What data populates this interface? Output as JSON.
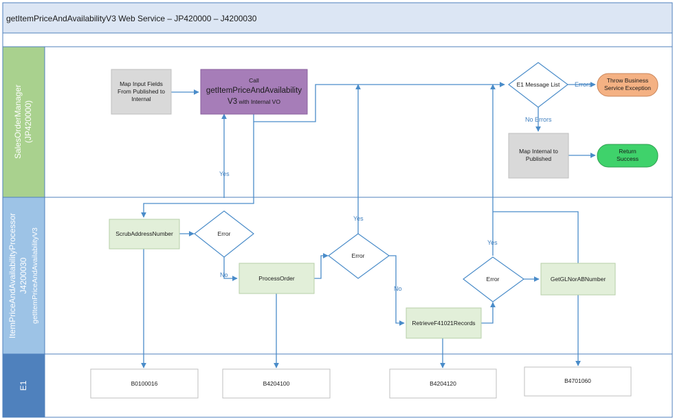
{
  "title": "getItemPriceAndAvailabilityV3 Web Service – JP420000 – J4200030",
  "lanes": {
    "sales": {
      "line1": "SalesOrderManager",
      "line2": "(JP420000)"
    },
    "processor": {
      "line1": "ItemPriceAndAvailabilityProcessor",
      "line2": "J4200030",
      "line3": "getItemPriceAndAvailabilityV3"
    },
    "e1": {
      "line1": "E1"
    }
  },
  "nodes": {
    "map_input": {
      "lines": [
        "Map Input Fields",
        "From Published to",
        "Internal"
      ]
    },
    "call": {
      "line1": "Call",
      "line2": "getItemPriceAndAvailability",
      "line3a": "V3",
      "line3b": " with Internal VO"
    },
    "e1_message_list": {
      "label": "E1 Message List"
    },
    "throw_exception": {
      "lines": [
        "Throw Business",
        "Service Exception"
      ]
    },
    "map_internal": {
      "lines": [
        "Map Internal to",
        "Published"
      ]
    },
    "return_success": {
      "lines": [
        "Return",
        "Success"
      ]
    },
    "scrub_address": {
      "label": "ScrubAddressNumber"
    },
    "error1": {
      "label": "Error"
    },
    "process_order": {
      "label": "ProcessOrder"
    },
    "error2": {
      "label": "Error"
    },
    "retrieve": {
      "label": "RetrieveF41021Records"
    },
    "error3": {
      "label": "Error"
    },
    "getgl": {
      "label": "GetGLNorABNumber"
    },
    "b0100016": {
      "label": "B0100016"
    },
    "b4204100": {
      "label": "B4204100"
    },
    "b4204120": {
      "label": "B4204120"
    },
    "b4701060": {
      "label": "B4701060"
    }
  },
  "edge_labels": {
    "errors": "Errors",
    "no_errors": "No Errors",
    "yes1": "Yes",
    "no1": "No",
    "yes2": "Yes",
    "no2": "No",
    "yes3": "Yes"
  },
  "colors": {
    "title_bg": "#dce6f4",
    "sales_lane": "#a9d18e",
    "processor_lane": "#9dc3e6",
    "e1_lane": "#4f81bd",
    "connector": "#4a8cc9",
    "grey_box": "#d9d9d9",
    "purple_box": "#a67db8",
    "green_box": "#e2efd9",
    "orange_terminal": "#f4b183",
    "green_terminal": "#3fd26b"
  }
}
